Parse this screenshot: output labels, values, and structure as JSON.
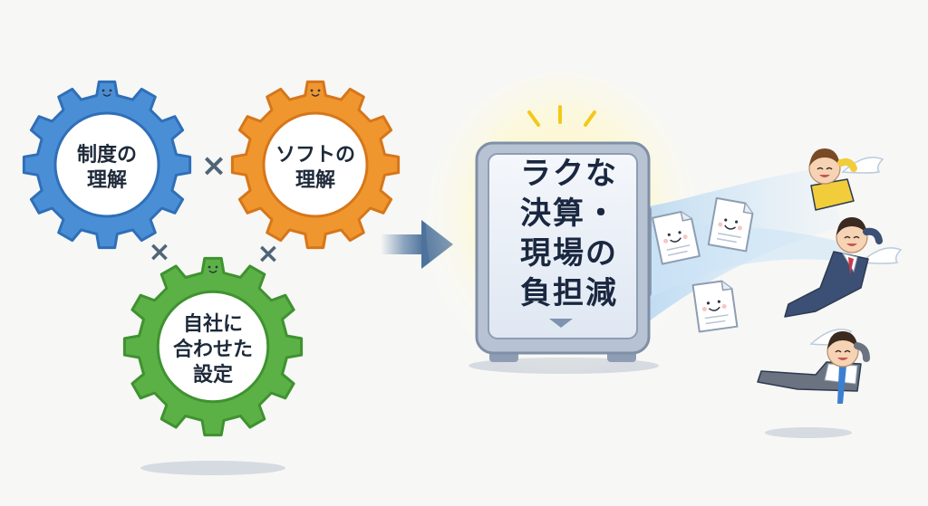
{
  "gears": [
    {
      "label": "制度の\n理解",
      "color": "#4a8fd6",
      "ring": "#2f6fb8"
    },
    {
      "label": "ソフトの\n理解",
      "color": "#f0962e",
      "ring": "#d6761a"
    },
    {
      "label": "自社に\n合わせた\n設定",
      "color": "#5cb146",
      "ring": "#3f9230"
    }
  ],
  "operators": [
    "×",
    "×",
    "×"
  ],
  "machine": {
    "label": "ラクな\n決算・\n現場の\n負担減",
    "frame_color": "#a9b6c8",
    "screen_color": "#e8eef6",
    "glow_color": "#fff3a6"
  },
  "arrow_color": "#5a7ea6",
  "icons": [
    "gear-icon",
    "document-icon",
    "winged-person-icon",
    "arrow-icon"
  ]
}
